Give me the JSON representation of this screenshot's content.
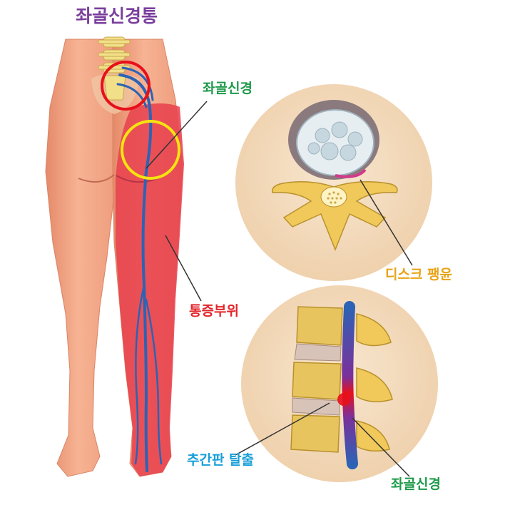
{
  "title": "좌골신경통",
  "labels": {
    "sciatic_nerve_top": "좌골신경",
    "disc_bulge": "디스크 팽윤",
    "pain_area": "통증부위",
    "disc_herniation": "추간판 탈출",
    "sciatic_nerve_bottom": "좌골신경"
  },
  "colors": {
    "title": "#7a3f9d",
    "sciatic_label": "#1e9a4a",
    "disc_label": "#e8a317",
    "pain_label": "#e3262b",
    "herniation_label": "#1aa0d8",
    "skin": "#f2a27f",
    "pain_zone": "#e8424f",
    "nerve": "#2c63b5",
    "bone": "#e8c45e",
    "disc_inset_bg": "#f4ddc0",
    "red_circle": "#e8101a",
    "yellow_circle": "#f5e410"
  }
}
